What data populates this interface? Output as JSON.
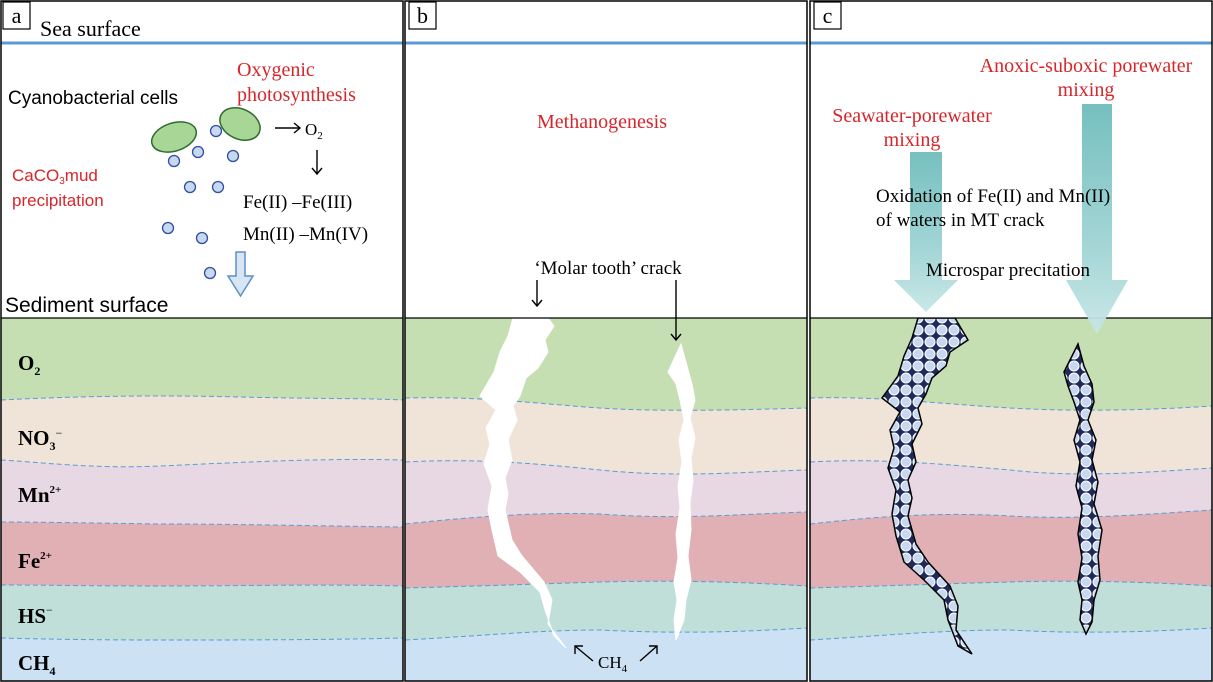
{
  "panels": {
    "a": {
      "label": "a"
    },
    "b": {
      "label": "b"
    },
    "c": {
      "label": "c"
    }
  },
  "panel_a": {
    "sea_surface": "Sea surface",
    "cells_label": "Cyanobacterial cells",
    "process_line1": "Oxygenic",
    "process_line2": "photosynthesis",
    "o2_text": "O",
    "o2_sub": "2",
    "caco3_prefix": "CaCO",
    "caco3_sub": "3",
    "caco3_suffix": "mud",
    "precip_label": "precipitation",
    "fe_redox": "Fe(II) –Fe(III)",
    "mn_redox": "Mn(II) –Mn(IV)",
    "sediment_surface": "Sediment surface"
  },
  "zones": {
    "o2": {
      "main": "O",
      "sub": "2",
      "sup": ""
    },
    "no3": {
      "main": "NO",
      "sub": "3",
      "sup": "−"
    },
    "mn": {
      "main": "Mn",
      "sub": "",
      "sup": "2+"
    },
    "fe": {
      "main": "Fe",
      "sub": "",
      "sup": "2+"
    },
    "hs": {
      "main": "HS",
      "sub": "",
      "sup": "−"
    },
    "ch4": {
      "main": "CH",
      "sub": "4",
      "sup": ""
    }
  },
  "panel_b": {
    "process": "Methanogenesis",
    "crack_label": "‘Molar tooth’ crack",
    "ch4_main": "CH",
    "ch4_sub": "4"
  },
  "panel_c": {
    "anoxic_line1": "Anoxic-suboxic porewater",
    "anoxic_line2": "mixing",
    "seawater_line1": "Seawater-porewater",
    "seawater_line2": "mixing",
    "oxidation_line1": "Oxidation of Fe(II) and Mn(II)",
    "oxidation_line2": "of waters in MT crack",
    "microspar": "Microspar precitation"
  },
  "colors": {
    "o2_zone": "#c5dfb3",
    "no3_zone": "#f0e4d8",
    "mn_zone": "#e8d8e4",
    "fe_zone": "#e0b0b4",
    "hs_zone": "#bfdfd8",
    "ch4_zone": "#cce2f4",
    "sea_line": "#5b9bd5",
    "red_text": "#d6262b",
    "cell_fill": "#a8d696",
    "cell_stroke": "#2f6b2f",
    "dot_fill": "#c8d8f0",
    "dot_stroke": "#2f4fa0",
    "teal_arrow": "#7ec8c8"
  }
}
